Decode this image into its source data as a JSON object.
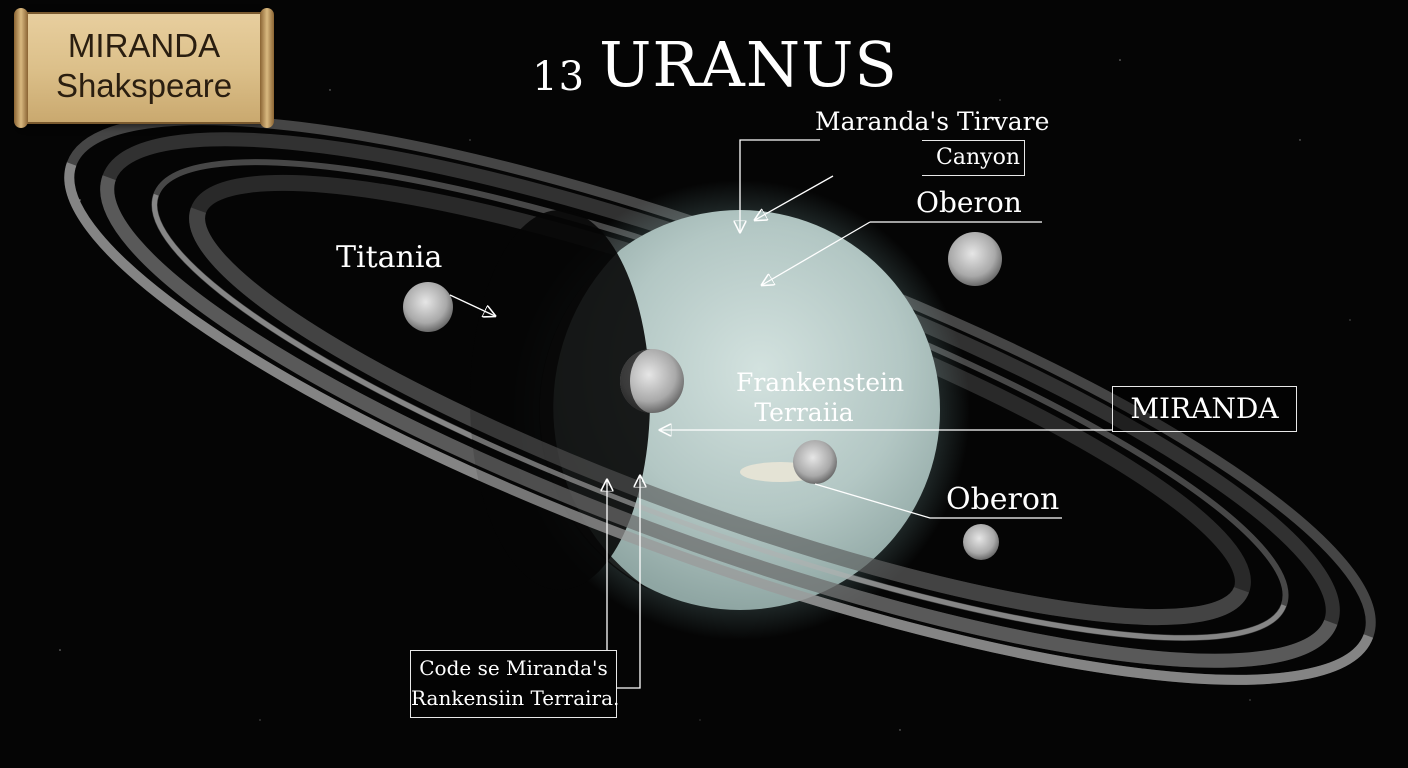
{
  "badge": {
    "line1": "MIRANDA",
    "line2": "Shakspeare"
  },
  "title": {
    "number": "13",
    "text": "URANUS"
  },
  "labels": {
    "maranda_tirvare": "Maranda's Tirvare",
    "canyon": "Canyon",
    "oberon_top": "Oberon",
    "titania": "Titania",
    "frankenstein_line1": "Frankenstein",
    "frankenstein_line2": "Terraiia",
    "miranda_box": "MIRANDA",
    "oberon_bottom": "Oberon",
    "code_box_line1": "Code se Miranda's",
    "code_box_line2": "Rankensiin Terraira."
  },
  "colors": {
    "background": "#050505",
    "planet": "#b7cac8",
    "ring": "#9a9a9a",
    "label": "#ffffff"
  }
}
